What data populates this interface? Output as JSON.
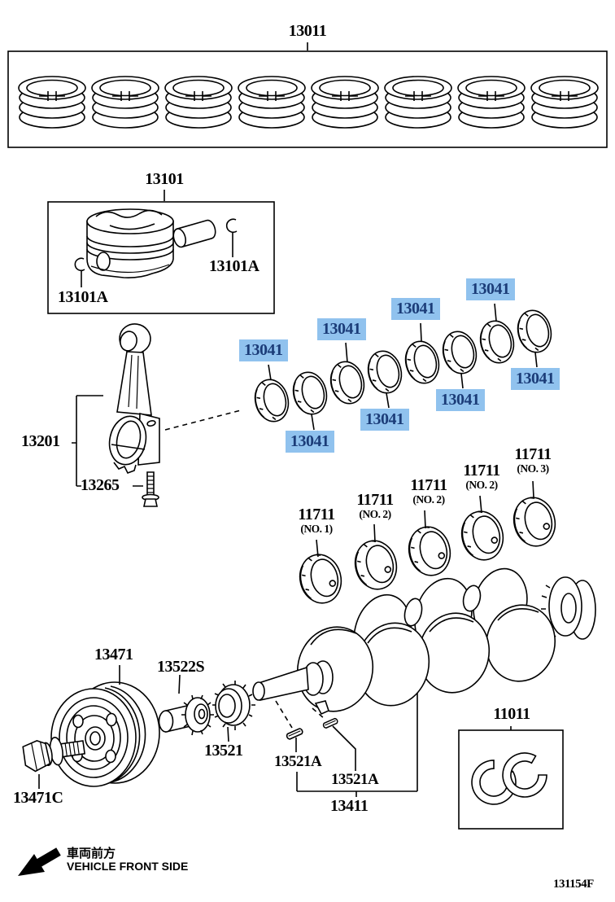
{
  "page": {
    "drawing_code": "131154F"
  },
  "colors": {
    "highlight_bg": "#90C2EE",
    "highlight_text": "#1B3C78",
    "ink": "#000000",
    "paper": "#FFFFFF"
  },
  "legend": {
    "jp": "車両前方",
    "en": "VEHICLE FRONT SIDE"
  },
  "parts": {
    "ring_set": {
      "label": "13011"
    },
    "piston": {
      "label": "13101"
    },
    "pin_snap_ring": {
      "label": "13101A"
    },
    "connecting_rod": {
      "label": "13201"
    },
    "rod_bolt": {
      "label": "13265"
    },
    "rod_bearing": {
      "label": "13041",
      "count": 8,
      "highlighted": true
    },
    "main_bearings": [
      {
        "label": "11711",
        "no": "(NO. 1)"
      },
      {
        "label": "11711",
        "no": "(NO. 2)"
      },
      {
        "label": "11711",
        "no": "(NO. 2)"
      },
      {
        "label": "11711",
        "no": "(NO. 2)"
      },
      {
        "label": "11711",
        "no": "(NO. 3)"
      }
    ],
    "pulley": {
      "label": "13471"
    },
    "pulley_bolt": {
      "label": "13471C"
    },
    "timing_gear": {
      "label": "13522S"
    },
    "crank_gear": {
      "label": "13521"
    },
    "crank_key": {
      "label": "13521A"
    },
    "crankshaft": {
      "label": "13411"
    },
    "thrust_washer_set": {
      "label": "11011"
    }
  }
}
